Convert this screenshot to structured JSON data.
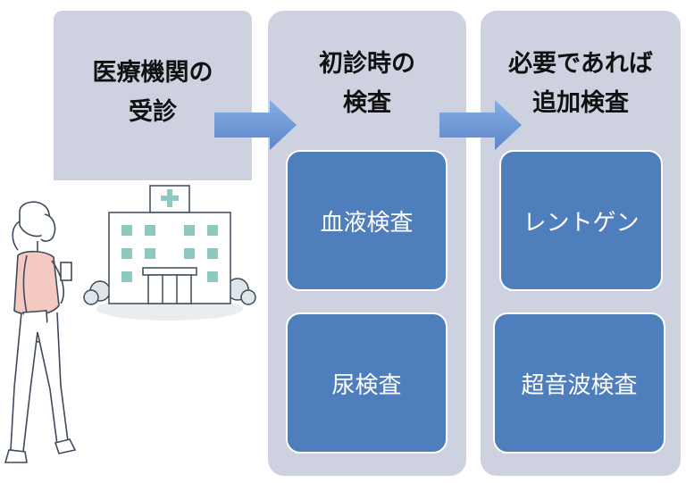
{
  "stages": [
    {
      "title_lines": [
        "医療機関の",
        "受診"
      ],
      "items": []
    },
    {
      "title_lines": [
        "初診時の",
        "検査"
      ],
      "items": [
        "血液検査",
        "尿検査"
      ]
    },
    {
      "title_lines": [
        "必要であれば",
        "追加検査"
      ],
      "items": [
        "レントゲン",
        "超音波検査"
      ]
    }
  ],
  "icons": [
    "hospital-icon",
    "woman-walking-icon",
    "arrow-right-icon"
  ],
  "colors": {
    "panel": "#cdd1e0",
    "box": "#4f7ebd",
    "arrow": "#6f98d8",
    "text": "#111111"
  }
}
